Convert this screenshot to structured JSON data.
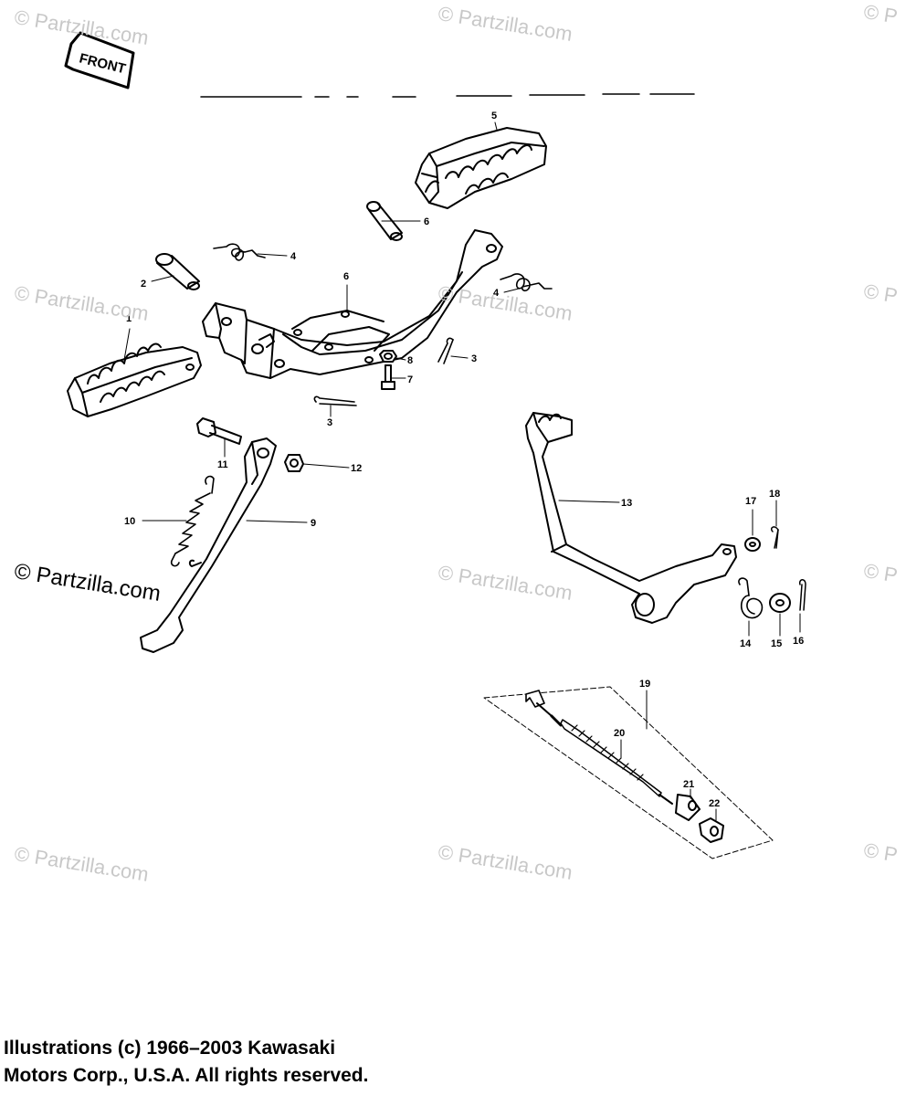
{
  "front_label": "FRONT",
  "watermarks": [
    "© Partzilla.com",
    "© Partzilla.com",
    "© P",
    "© Partzilla.com",
    "© Partzilla.com",
    "© P",
    "© Partzilla.com",
    "© P",
    "© Partzilla.com",
    "© Partzilla.com",
    "© P"
  ],
  "main_watermark": "© Partzilla.com",
  "copyright": {
    "line1": "Illustrations (c) 1966–2003 Kawasaki",
    "line2": "Motors Corp., U.S.A.  All rights reserved."
  },
  "callouts": [
    {
      "id": "c5",
      "text": "5"
    },
    {
      "id": "c6a",
      "text": "6"
    },
    {
      "id": "c4a",
      "text": "4"
    },
    {
      "id": "c2",
      "text": "2"
    },
    {
      "id": "c6b",
      "text": "6"
    },
    {
      "id": "c4b",
      "text": "4"
    },
    {
      "id": "c1",
      "text": "1"
    },
    {
      "id": "c8",
      "text": "8"
    },
    {
      "id": "c3a",
      "text": "3"
    },
    {
      "id": "c7",
      "text": "7"
    },
    {
      "id": "c3b",
      "text": "3"
    },
    {
      "id": "c11",
      "text": "11"
    },
    {
      "id": "c12",
      "text": "12"
    },
    {
      "id": "c10",
      "text": "10"
    },
    {
      "id": "c9",
      "text": "9"
    },
    {
      "id": "c13",
      "text": "13"
    },
    {
      "id": "c17",
      "text": "17"
    },
    {
      "id": "c18",
      "text": "18"
    },
    {
      "id": "c14",
      "text": "14"
    },
    {
      "id": "c15",
      "text": "15"
    },
    {
      "id": "c16",
      "text": "16"
    },
    {
      "id": "c19",
      "text": "19"
    },
    {
      "id": "c20",
      "text": "20"
    },
    {
      "id": "c21",
      "text": "21"
    },
    {
      "id": "c22",
      "text": "22"
    }
  ]
}
